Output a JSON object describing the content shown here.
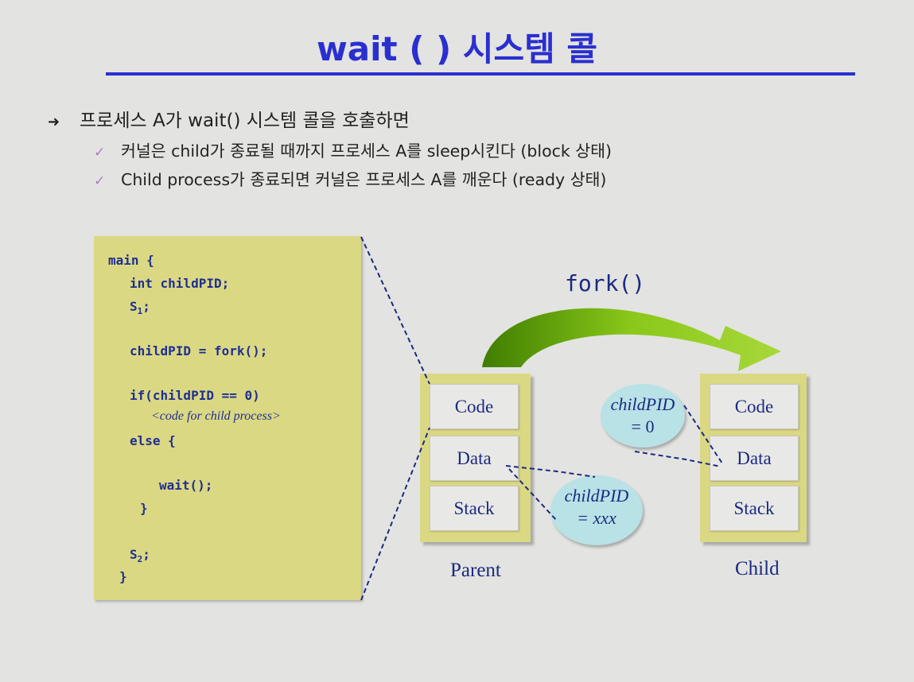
{
  "slide": {
    "title": "wait ( ) 시스템 콜"
  },
  "bullets": {
    "main": "프로세스 A가 wait() 시스템 콜을 호출하면",
    "sub": [
      "커널은 child가 종료될 때까지 프로세스 A를 sleep시킨다 (block 상태)",
      "Child process가 종료되면 커널은 프로세스 A를 깨운다 (ready 상태)"
    ]
  },
  "code": {
    "line1": "main {",
    "line2": "int childPID;",
    "line3_s": "S",
    "line3_sub": "1",
    "line3_end": ";",
    "line4": "childPID = fork();",
    "line5": "if(childPID == 0)",
    "line6": "<code for child process>",
    "line7": "else {",
    "line8": "wait();",
    "line9": "}",
    "line10_s": "S",
    "line10_sub": "2",
    "line10_end": ";",
    "line11": "}"
  },
  "diagram": {
    "fork_label": "fork()",
    "parent": {
      "label": "Parent",
      "segments": [
        "Code",
        "Data",
        "Stack"
      ],
      "var_name": "childPID",
      "var_value": "= xxx"
    },
    "child": {
      "label": "Child",
      "segments": [
        "Code",
        "Data",
        "Stack"
      ],
      "var_name": "childPID",
      "var_value": "= 0"
    }
  },
  "colors": {
    "title": "#2a2fd0",
    "code_box": "#dbd884",
    "arrow": "#6aa800",
    "ellipse": "#b8e2e6"
  }
}
